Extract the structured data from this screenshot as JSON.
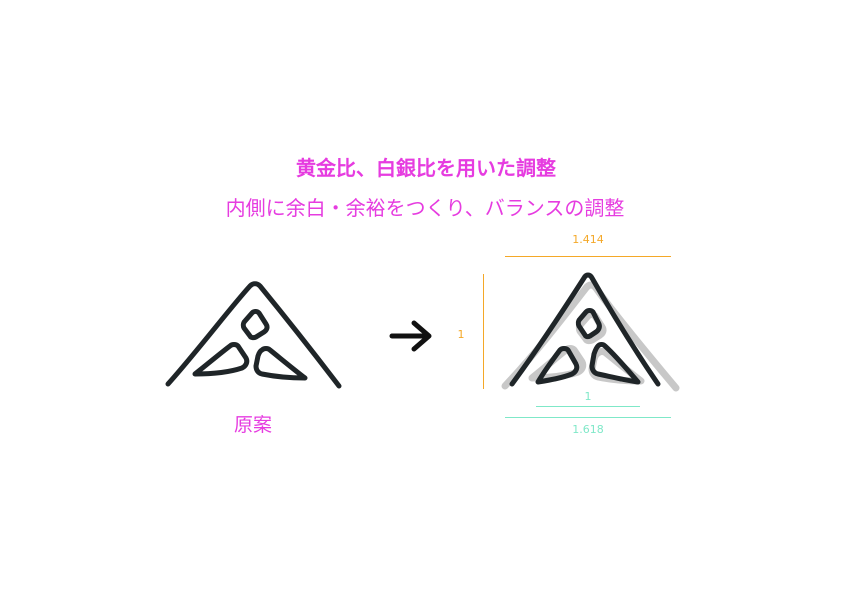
{
  "heading": {
    "title": "黄金比、白銀比を用いた調整",
    "subtitle": "内側に余白・余裕をつくり、バランスの調整"
  },
  "original": {
    "caption": "原案"
  },
  "ratios": {
    "width_silver": "1.414",
    "height": "1",
    "inner_width": "1",
    "width_golden": "1.618"
  },
  "colors": {
    "accent": "#e63ce0",
    "silver_ratio": "#f4a828",
    "golden_ratio": "#7fe8c8",
    "logo_stroke": "#1f2528",
    "overlay_gray": "#c8c8c8"
  },
  "icons": {
    "arrow": "right-arrow-icon",
    "logo": "triangle-logo"
  }
}
